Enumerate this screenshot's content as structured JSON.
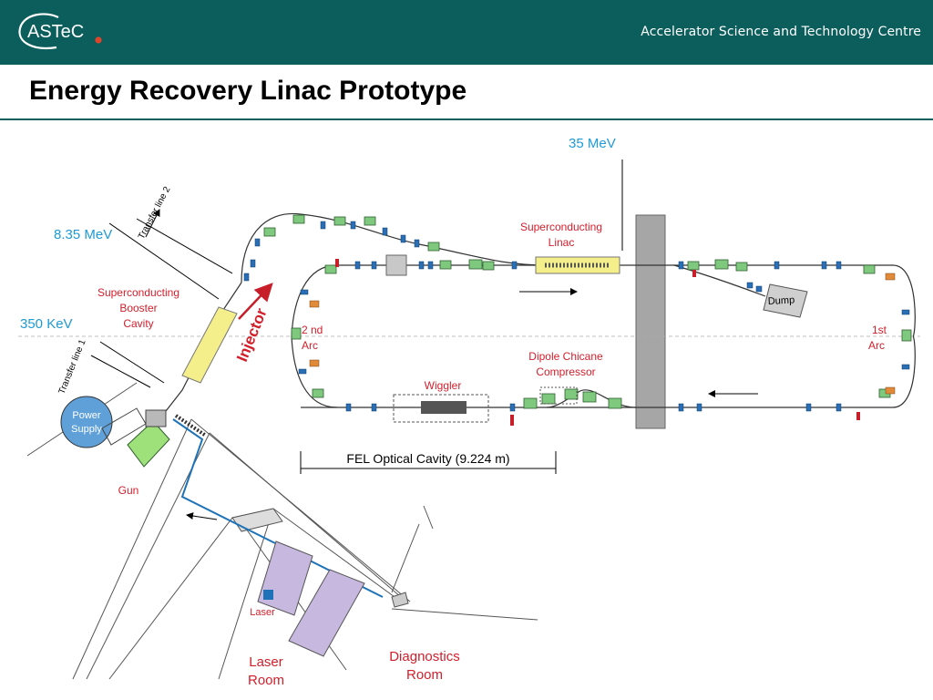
{
  "header": {
    "logo_text": "ASTeC",
    "tagline": "Accelerator Science and Technology Centre"
  },
  "slide": {
    "title": "Energy Recovery Linac Prototype"
  },
  "diagram": {
    "energy_35": "35 MeV",
    "energy_835": "8.35 MeV",
    "energy_350": "350 KeV",
    "transfer_line_1": "Transfer line 1",
    "transfer_line_2": "Transfer line 2",
    "sc_linac_1": "Superconducting",
    "sc_linac_2": "Linac",
    "booster_1": "Superconducting",
    "booster_2": "Booster",
    "booster_3": "Cavity",
    "injector": "Injector",
    "arc2_1": "2 nd",
    "arc2_2": "Arc",
    "arc1_1": "1st",
    "arc1_2": "Arc",
    "dump": "Dump",
    "wiggler": "Wiggler",
    "chicane_1": "Dipole Chicane",
    "chicane_2": "Compressor",
    "power_1": "Power",
    "power_2": "Supply",
    "gun": "Gun",
    "fel_cavity": "FEL Optical Cavity (9.224 m)",
    "laser": "Laser",
    "laser_room_1": "Laser",
    "laser_room_2": "Room",
    "diag_room_1": "Diagnostics",
    "diag_room_2": "Room"
  },
  "colors": {
    "header_bg": "#0b5e5c",
    "energy_label": "#1e9ad6",
    "component_label": "#d21f2b",
    "linac_yellow": "#f4ef8a",
    "magnet_green": "#7fc97f",
    "quad_blue": "#2a6fb5",
    "laser_room_purple": "#c7b8e0"
  }
}
